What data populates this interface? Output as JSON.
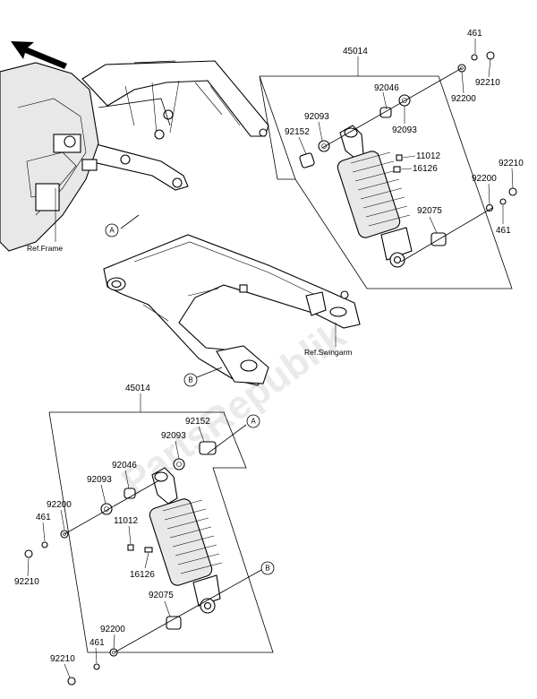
{
  "watermark": "PartsRepublik",
  "ref_frame": "Ref.Frame",
  "ref_swingarm": "Ref.Swingarm",
  "markers": {
    "a": "A",
    "b": "B"
  },
  "assembly": "45014",
  "upper": {
    "p92046": "92046",
    "p92093a": "92093",
    "p92093b": "92093",
    "p92152": "92152",
    "p11012": "11012",
    "p16126": "16126",
    "p92075": "92075",
    "p461a": "461",
    "p92210a": "92210",
    "p92200a": "92200",
    "p92210b": "92210",
    "p92200b": "92200",
    "p461b": "461"
  },
  "lower": {
    "p92152": "92152",
    "p92093a": "92093",
    "p92046": "92046",
    "p92093b": "92093",
    "p92200a": "92200",
    "p461a": "461",
    "p92210a": "92210",
    "p11012": "11012",
    "p16126": "16126",
    "p92075": "92075",
    "p92200b": "92200",
    "p461b": "461",
    "p92210b": "92210"
  },
  "icons": [
    "direction-arrow-icon",
    "shock-absorber-icon",
    "swingarm-icon",
    "frame-icon"
  ]
}
